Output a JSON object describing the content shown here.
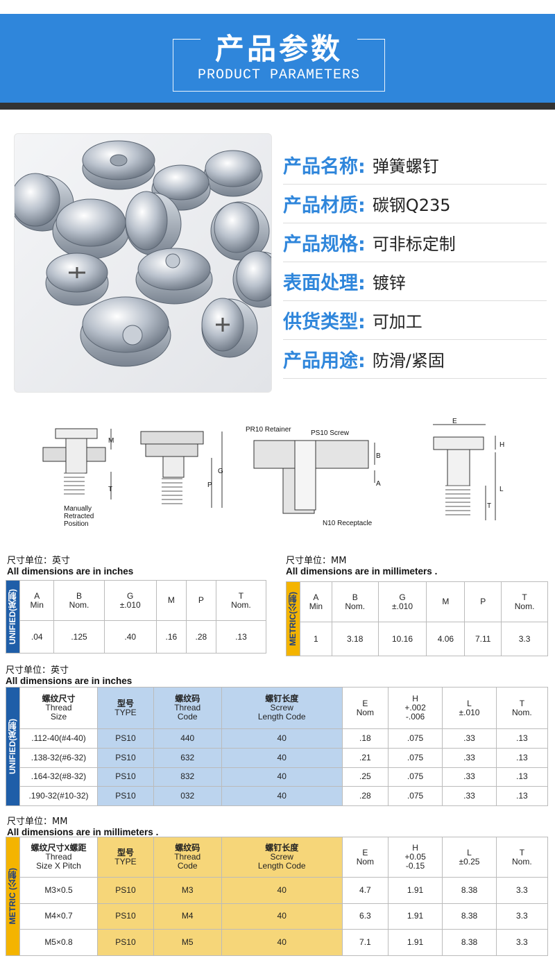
{
  "header": {
    "title_cn": "产品参数",
    "title_en": "PRODUCT PARAMETERS",
    "colors": {
      "banner": "#2f86db",
      "bar": "#333333"
    }
  },
  "product_info": [
    {
      "key": "产品名称:",
      "value": "弹簧螺钉"
    },
    {
      "key": "产品材质:",
      "value": "碳钢Q235"
    },
    {
      "key": "产品规格:",
      "value": "可非标定制"
    },
    {
      "key": "表面处理:",
      "value": "镀锌"
    },
    {
      "key": "供货类型:",
      "value": "可加工"
    },
    {
      "key": "产品用途:",
      "value": "防滑/紧固"
    }
  ],
  "drawings": {
    "d1_caption": [
      "Manually",
      "Retracted",
      "Position"
    ],
    "labels": {
      "M": "M",
      "T": "T",
      "G": "G",
      "P": "P",
      "A": "A",
      "B": "B",
      "E": "E",
      "H": "H",
      "L": "L",
      "T2": "T"
    },
    "retainer": "PR10 Retainer",
    "screw": "PS10 Screw",
    "receptacle": "N10 Receptacle"
  },
  "table1": {
    "unit_cn": "尺寸单位：英寸",
    "unit_en": "All dimensions are in inches",
    "side": "UNIFIED(英制)",
    "headers": [
      [
        "A",
        "Min"
      ],
      [
        "B",
        "Nom."
      ],
      [
        "G",
        "±.010"
      ],
      [
        "M",
        ""
      ],
      [
        "P",
        ""
      ],
      [
        "T",
        "Nom."
      ]
    ],
    "row": [
      ".04",
      ".125",
      ".40",
      ".16",
      ".28",
      ".13"
    ]
  },
  "table2": {
    "unit_cn": "尺寸单位：MM",
    "unit_en": "All dimensions are in millimeters .",
    "side": "METRIC(公制)",
    "headers": [
      [
        "A",
        "Min"
      ],
      [
        "B",
        "Nom."
      ],
      [
        "G",
        "±.010"
      ],
      [
        "M",
        ""
      ],
      [
        "P",
        ""
      ],
      [
        "T",
        "Nom."
      ]
    ],
    "row": [
      "1",
      "3.18",
      "10.16",
      "4.06",
      "7.11",
      "3.3"
    ]
  },
  "table3": {
    "unit_cn": "尺寸单位：英寸",
    "unit_en": "All dimensions are in inches",
    "side": "UNIFIED(英制)",
    "headers": [
      [
        "螺纹尺寸",
        "Thread",
        "Size"
      ],
      [
        "型号",
        "TYPE",
        ""
      ],
      [
        "螺纹码",
        "Thread",
        "Code"
      ],
      [
        "螺钉长度",
        "Screw",
        "Length Code"
      ],
      [
        "E",
        "Nom",
        ""
      ],
      [
        "H",
        "+.002",
        "-.006"
      ],
      [
        "L",
        "±.010",
        ""
      ],
      [
        "T",
        "Nom.",
        ""
      ]
    ],
    "rows": [
      [
        ".112-40(#4-40)",
        "PS10",
        "440",
        "40",
        ".18",
        ".075",
        ".33",
        ".13"
      ],
      [
        ".138-32(#6-32)",
        "PS10",
        "632",
        "40",
        ".21",
        ".075",
        ".33",
        ".13"
      ],
      [
        ".164-32(#8-32)",
        "PS10",
        "832",
        "40",
        ".25",
        ".075",
        ".33",
        ".13"
      ],
      [
        ".190-32(#10-32)",
        "PS10",
        "032",
        "40",
        ".28",
        ".075",
        ".33",
        ".13"
      ]
    ]
  },
  "table4": {
    "unit_cn": "尺寸单位：MM",
    "unit_en": "All dimensions are in millimeters .",
    "side": "METRIC (公制)",
    "headers": [
      [
        "螺纹尺寸X螺距",
        "Thread",
        "Size X Pitch"
      ],
      [
        "型号",
        "TYPE",
        ""
      ],
      [
        "螺纹码",
        "Thread",
        "Code"
      ],
      [
        "螺钉长度",
        "Screw",
        "Length Code"
      ],
      [
        "E",
        "Nom",
        ""
      ],
      [
        "H",
        "+0.05",
        "-0.15"
      ],
      [
        "L",
        "±0.25",
        ""
      ],
      [
        "T",
        "Nom.",
        ""
      ]
    ],
    "rows": [
      [
        "M3×0.5",
        "PS10",
        "M3",
        "40",
        "4.7",
        "1.91",
        "8.38",
        "3.3"
      ],
      [
        "M4×0.7",
        "PS10",
        "M4",
        "40",
        "6.3",
        "1.91",
        "8.38",
        "3.3"
      ],
      [
        "M5×0.8",
        "PS10",
        "M5",
        "40",
        "7.1",
        "1.91",
        "8.38",
        "3.3"
      ]
    ]
  }
}
